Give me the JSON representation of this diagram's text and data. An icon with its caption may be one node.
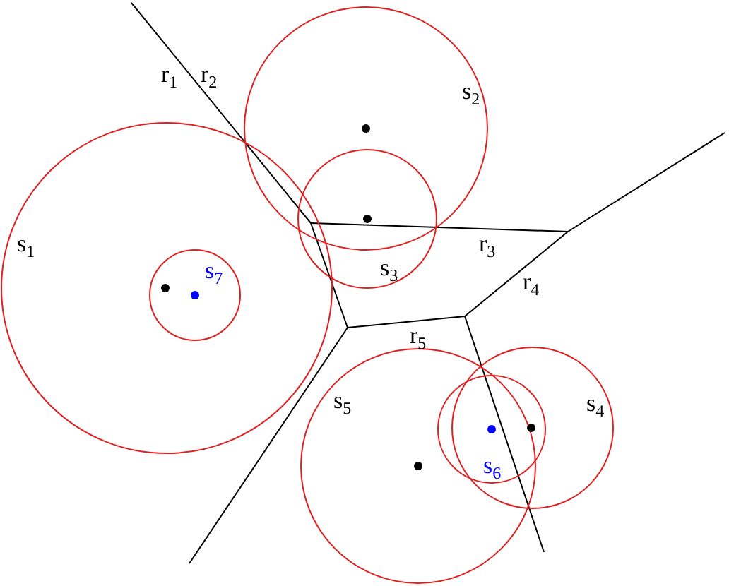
{
  "diagram": {
    "labels": [
      "r$_{1}$",
      "r$_{2}$",
      "s$_{2}$",
      "s$_{1}$",
      "s$_{7}$",
      "r$_{3}$",
      "s$_{3}$",
      "r$_{4}$",
      "r$_{5}$",
      "s$_{5}$",
      "s$_{4}$",
      "s$_{6}$"
    ]
  }
}
